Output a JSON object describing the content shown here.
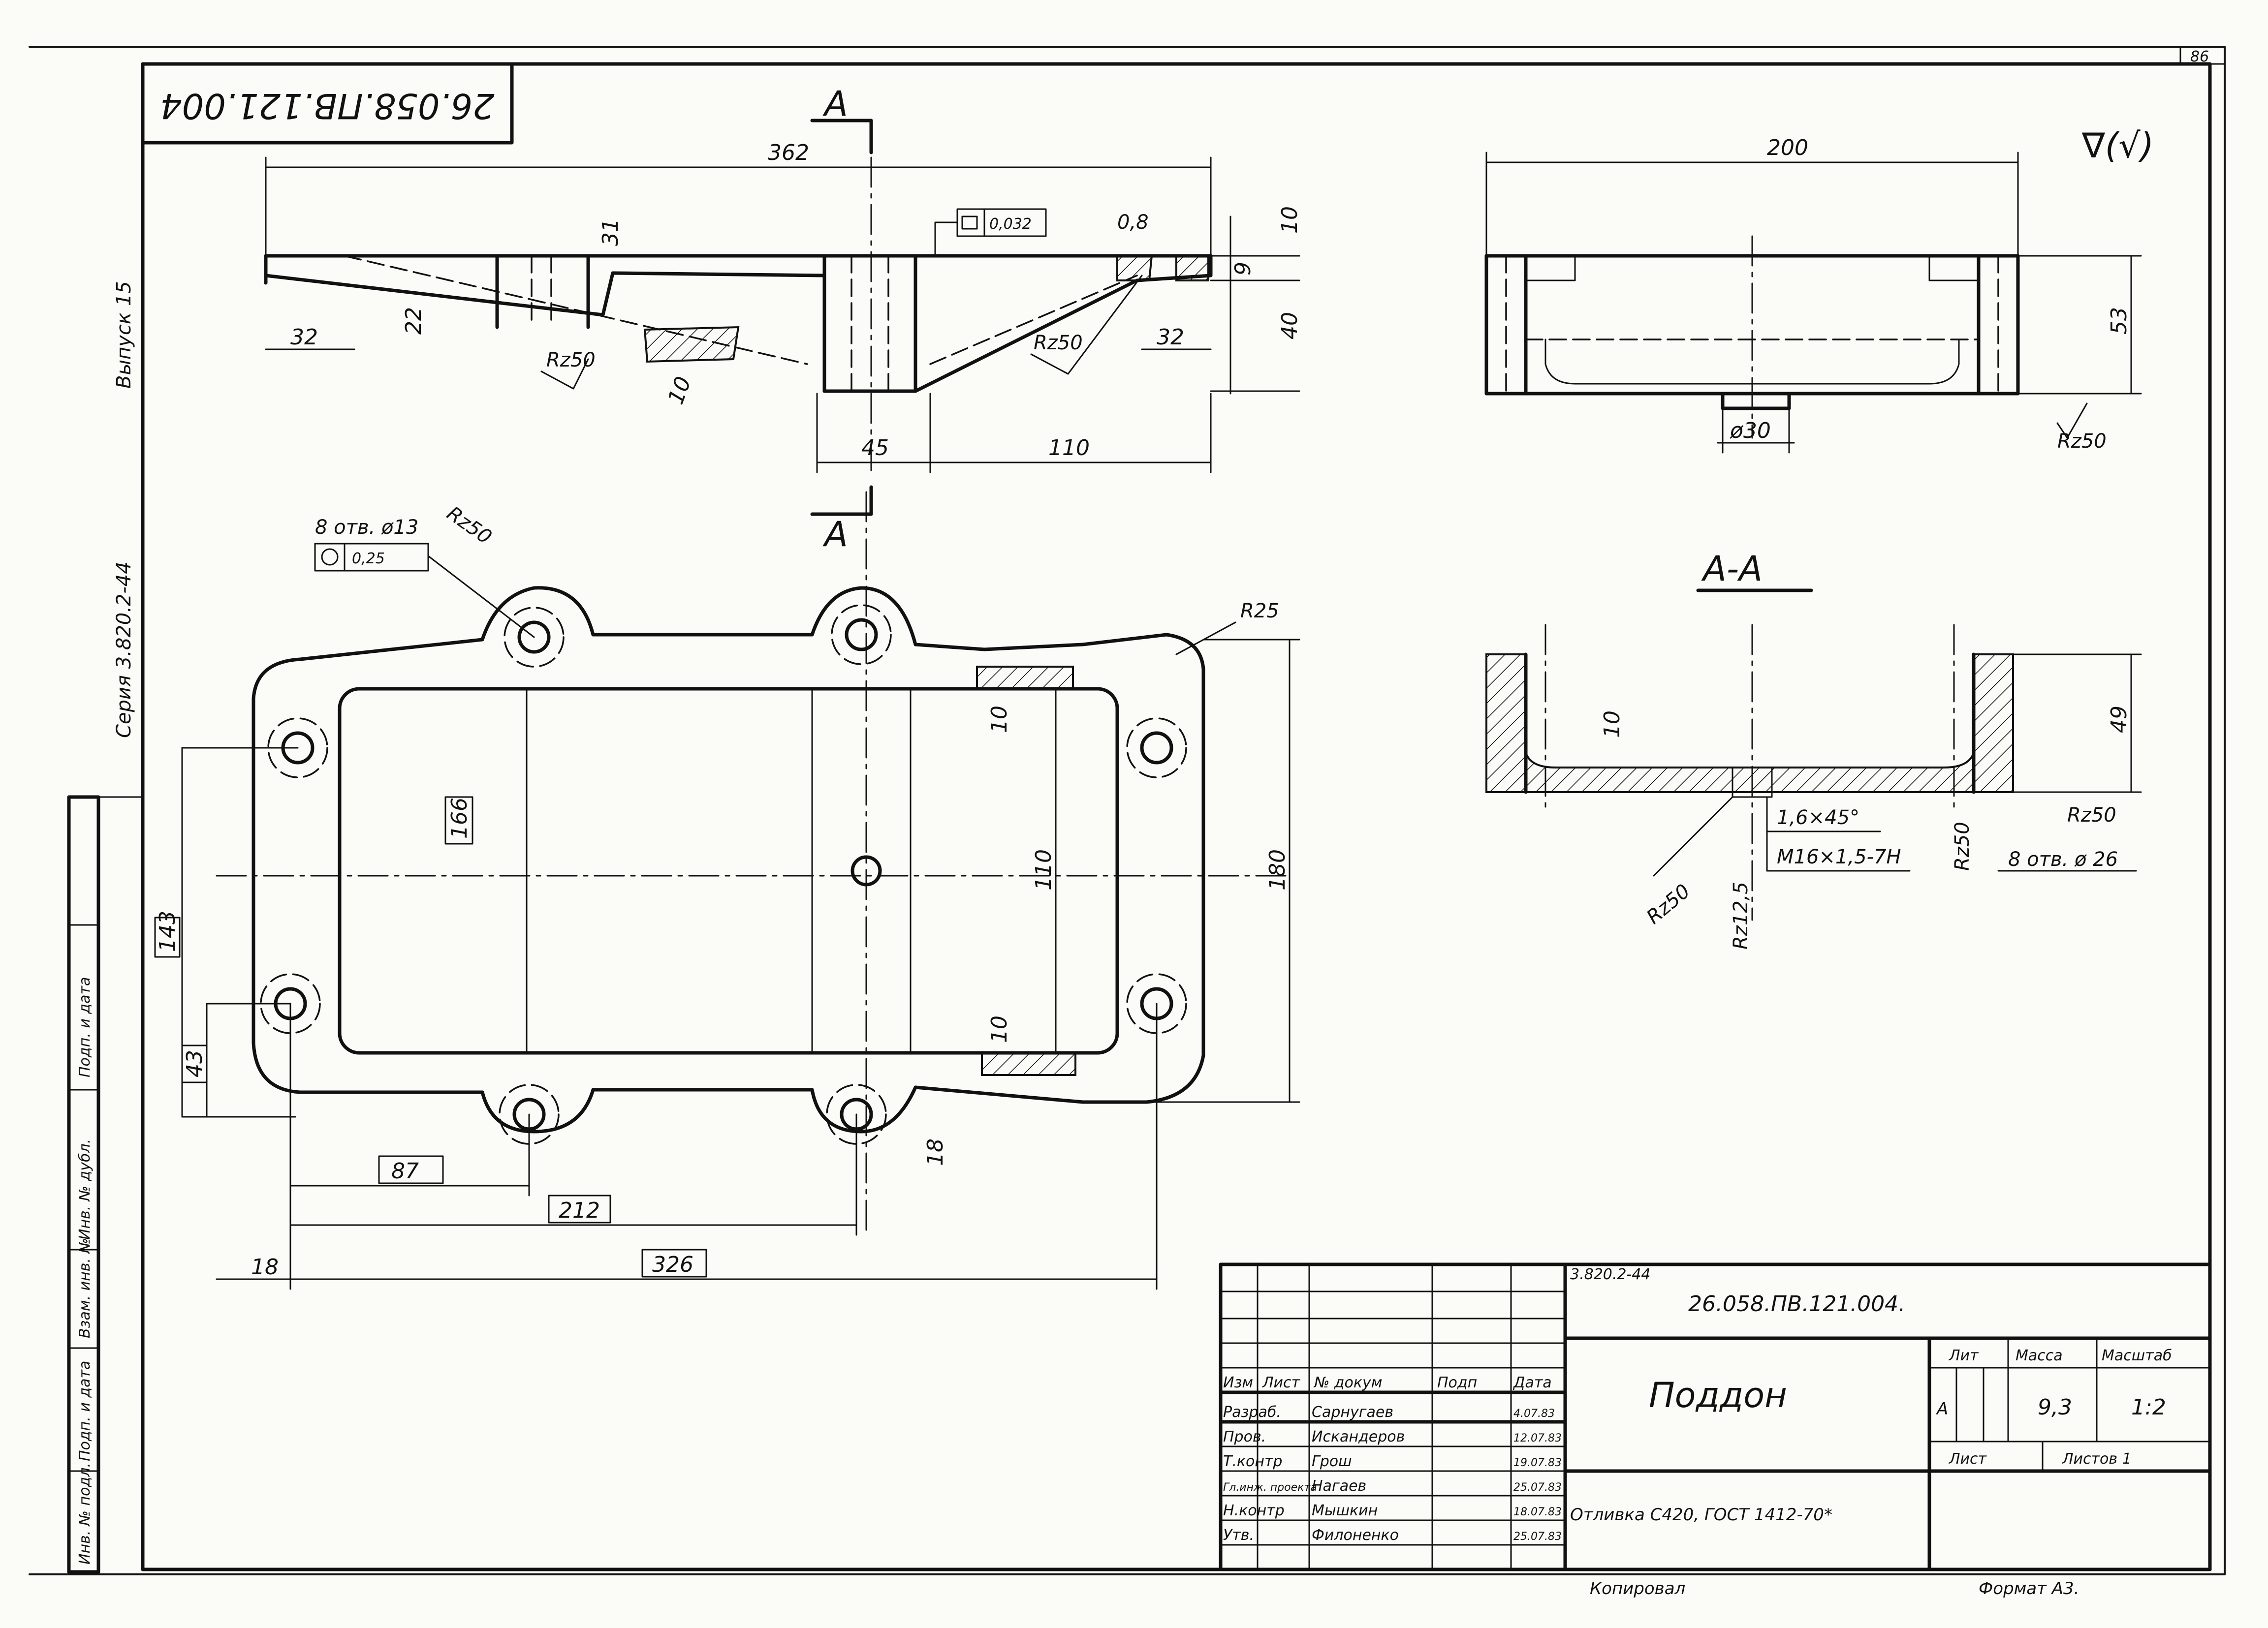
{
  "sheet": {
    "page_number": "86",
    "doc_code_rotated": "26.058.ПВ.121.004",
    "series_label": "Серия 3.820.2-44",
    "issue_label": "Выпуск 15",
    "roughness_symbol": "∇(√)"
  },
  "left_strip": {
    "cells": [
      "Инв. № подл.",
      "Подп. и дата",
      "Взам. инв. №",
      "Инв. № дубл.",
      "Подп. и дата"
    ]
  },
  "section_marker": {
    "letter": "A",
    "title": "А-А"
  },
  "front_view": {
    "dims": {
      "length": "362",
      "left_offset": "32",
      "right_offset": "32",
      "height_22": "22",
      "height_31": "31",
      "wall_10": "10",
      "rib_10": "10",
      "depth_9": "9",
      "total_40": "40",
      "boss_45": "45",
      "run_110": "110"
    },
    "flatness": "0,032",
    "roughness_a": "Rz50",
    "roughness_b": "Rz50",
    "roughness_c": "0,8"
  },
  "plan_view": {
    "holes_note": "8 отв. ø13",
    "position_tol": "0,25",
    "roughness": "Rz50",
    "radius": "R25",
    "dims": {
      "inner_166": "166",
      "inner_110": "110",
      "outer_180": "180",
      "hole_143": "143",
      "hole_43": "43",
      "wall_10a": "10",
      "wall_10b": "10",
      "wall_18v": "18",
      "h_87": "87",
      "h_212": "212",
      "h_326": "326",
      "h_18": "18"
    }
  },
  "side_view": {
    "width": "200",
    "height": "53",
    "boss_dia": "ø30",
    "roughness": "Rz50"
  },
  "section_view": {
    "height": "49",
    "wall": "10",
    "chamfer": "1,6×45°",
    "thread": "M16×1,5-7H",
    "holes": "8 отв. ø 26",
    "roughness_a": "Rz50",
    "roughness_b": "Rz50",
    "roughness_c": "Rz50",
    "roughness_d": "Rz12,5"
  },
  "title_block": {
    "series": "3.820.2-44",
    "designation": "26.058.ПВ.121.004.",
    "name": "Поддон",
    "material": "Отливка С420, ГОСТ 1412-70*",
    "headers": {
      "izm": "Изм",
      "list": "Лист",
      "doc": "№ докум",
      "sign": "Подп",
      "date": "Дата"
    },
    "lit_header": "Лит",
    "mass_header": "Масса",
    "scale_header": "Масштаб",
    "lit": "А",
    "mass": "9,3",
    "scale": "1:2",
    "sheet_label": "Лист",
    "sheets_label": "Листов 1",
    "rows": [
      {
        "role": "Разраб.",
        "name": "Сарнугаев",
        "date": "4.07.83"
      },
      {
        "role": "Пров.",
        "name": "Искандеров",
        "date": "12.07.83"
      },
      {
        "role": "Т.контр",
        "name": "Грош",
        "date": "19.07.83"
      },
      {
        "role": "Гл.инж. проекта",
        "name": "Нагаев",
        "date": "25.07.83"
      },
      {
        "role": "Н.контр",
        "name": "Мышкин",
        "date": "18.07.83"
      },
      {
        "role": "Утв.",
        "name": "Филоненко",
        "date": "25.07.83"
      }
    ],
    "copied": "Копировал",
    "format": "Формат А3."
  }
}
